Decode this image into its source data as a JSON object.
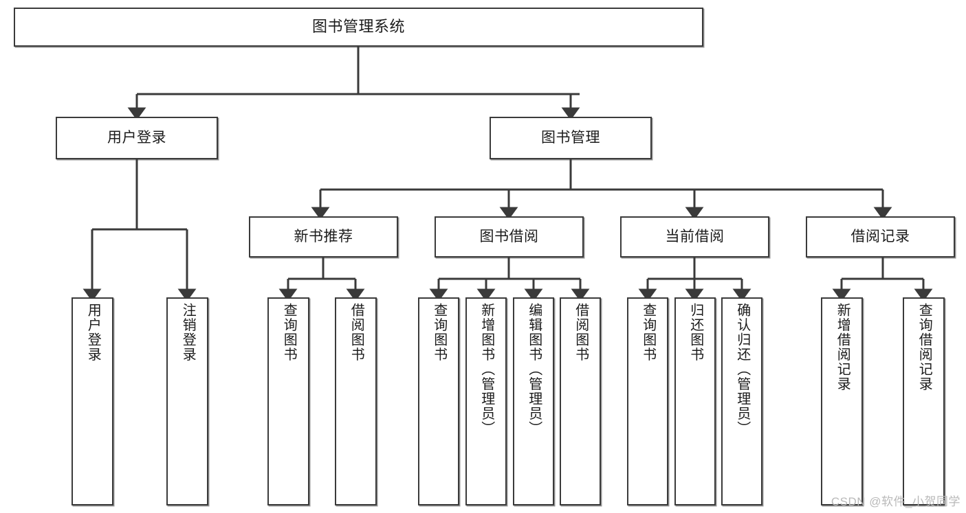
{
  "diagram": {
    "title": "图书管理系统",
    "type": "tree-hierarchy-chart",
    "watermark": "CSDN @软件_小贺同学",
    "stroke_color": "#3a3a3a",
    "fill_color": "#ffffff",
    "text_color": "#1b1b1b",
    "watermark_color": "#b9b9b9"
  },
  "nodes": {
    "root": {
      "label": "图书管理系统"
    },
    "level2": [
      {
        "id": "user-login",
        "label": "用户登录"
      },
      {
        "id": "book-manage",
        "label": "图书管理"
      }
    ],
    "level3": [
      {
        "id": "new-book-recommend",
        "label": "新书推荐"
      },
      {
        "id": "book-borrow",
        "label": "图书借阅"
      },
      {
        "id": "current-borrow",
        "label": "当前借阅"
      },
      {
        "id": "borrow-record",
        "label": "借阅记录"
      }
    ],
    "leaves": {
      "user_login": [
        {
          "id": "leaf-user-login",
          "label": "用户登录"
        },
        {
          "id": "leaf-logout-login",
          "label": "注销登录"
        }
      ],
      "new_book_recommend": [
        {
          "id": "leaf-query-book-1",
          "label": "查询图书"
        },
        {
          "id": "leaf-borrow-book-1",
          "label": "借阅图书"
        }
      ],
      "book_borrow": [
        {
          "id": "leaf-query-book-2",
          "label": "查询图书"
        },
        {
          "id": "leaf-add-book",
          "label": "新增图书（管理员）"
        },
        {
          "id": "leaf-edit-book",
          "label": "编辑图书（管理员）"
        },
        {
          "id": "leaf-borrow-book-2",
          "label": "借阅图书"
        }
      ],
      "current_borrow": [
        {
          "id": "leaf-query-book-3",
          "label": "查询图书"
        },
        {
          "id": "leaf-return-book",
          "label": "归还图书"
        },
        {
          "id": "leaf-confirm-return",
          "label": "确认归还（管理员）"
        }
      ],
      "borrow_record": [
        {
          "id": "leaf-add-record",
          "label": "新增借阅记录"
        },
        {
          "id": "leaf-query-record",
          "label": "查询借阅记录"
        }
      ]
    }
  }
}
